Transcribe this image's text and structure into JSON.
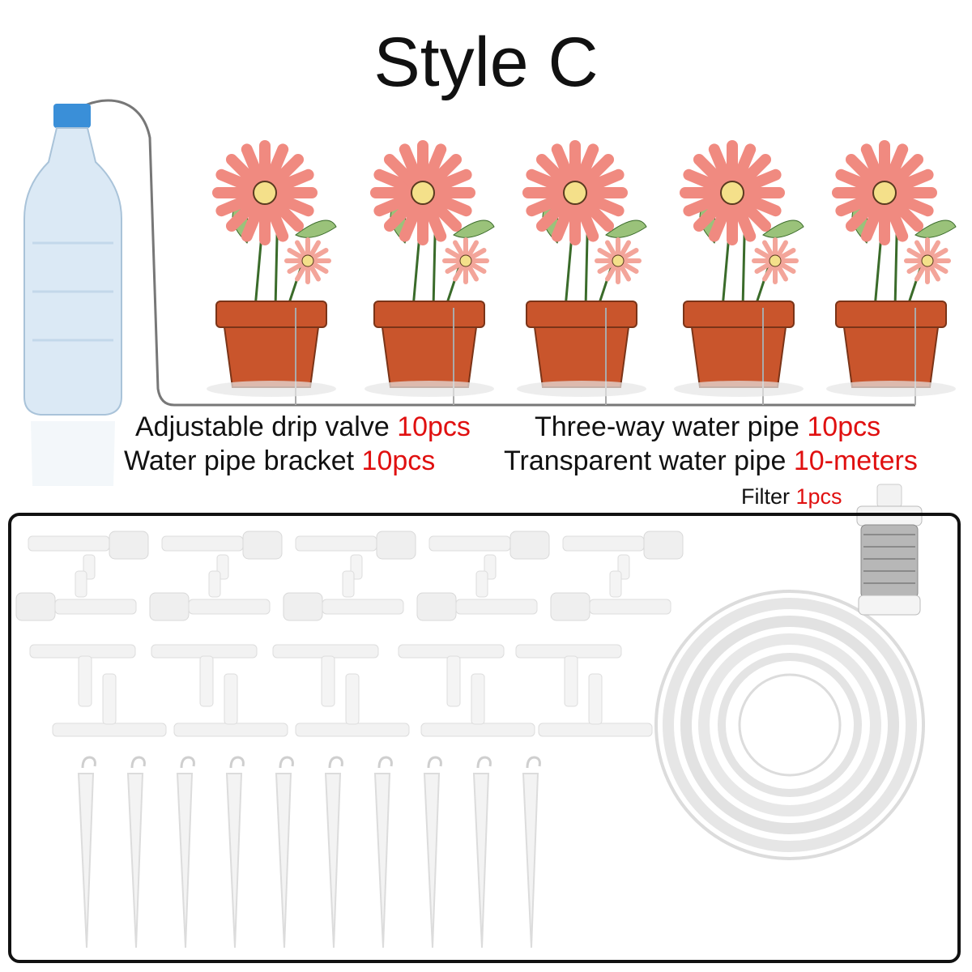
{
  "title": "Style C",
  "captions": {
    "row1_left": {
      "label": "Adjustable drip valve",
      "qty": "10pcs"
    },
    "row1_right": {
      "label": "Three-way water pipe",
      "qty": "10pcs"
    },
    "row2_left": {
      "label": "Water pipe bracket",
      "qty": "10pcs"
    },
    "row2_right": {
      "label": "Transparent water pipe",
      "qty": "10-meters"
    },
    "filter": {
      "label": "Filter",
      "qty": "1pcs"
    }
  },
  "colors": {
    "accent": "#e01010",
    "pot": "#c9552c",
    "petal": "#f08a80",
    "bottle_cap": "#3a8fd8"
  }
}
